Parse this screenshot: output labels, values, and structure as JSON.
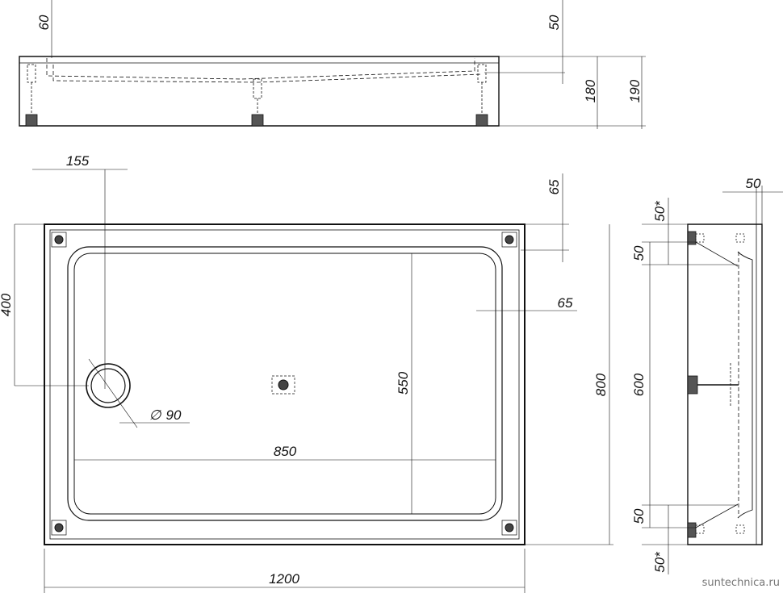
{
  "watermark": "suntechnica.ru",
  "top_view": {
    "dims": {
      "wall_overhang": "60",
      "rim": "50",
      "depth_inner": "180",
      "depth_total": "190"
    }
  },
  "plan_view": {
    "dims": {
      "drain_offset": "155",
      "rim_top": "65",
      "rim_right": "65",
      "drain_from_edge": "400",
      "inner_width": "850",
      "inner_depth": "550",
      "total_depth": "800",
      "total_width": "1200",
      "drain_prefix": "∅",
      "drain_diameter": "90"
    }
  },
  "side_view": {
    "dims": {
      "top_width": "50",
      "top_star": "50*",
      "top_rim": "50",
      "mid_span": "600",
      "bottom_rim": "50",
      "bottom_star": "50*"
    }
  }
}
